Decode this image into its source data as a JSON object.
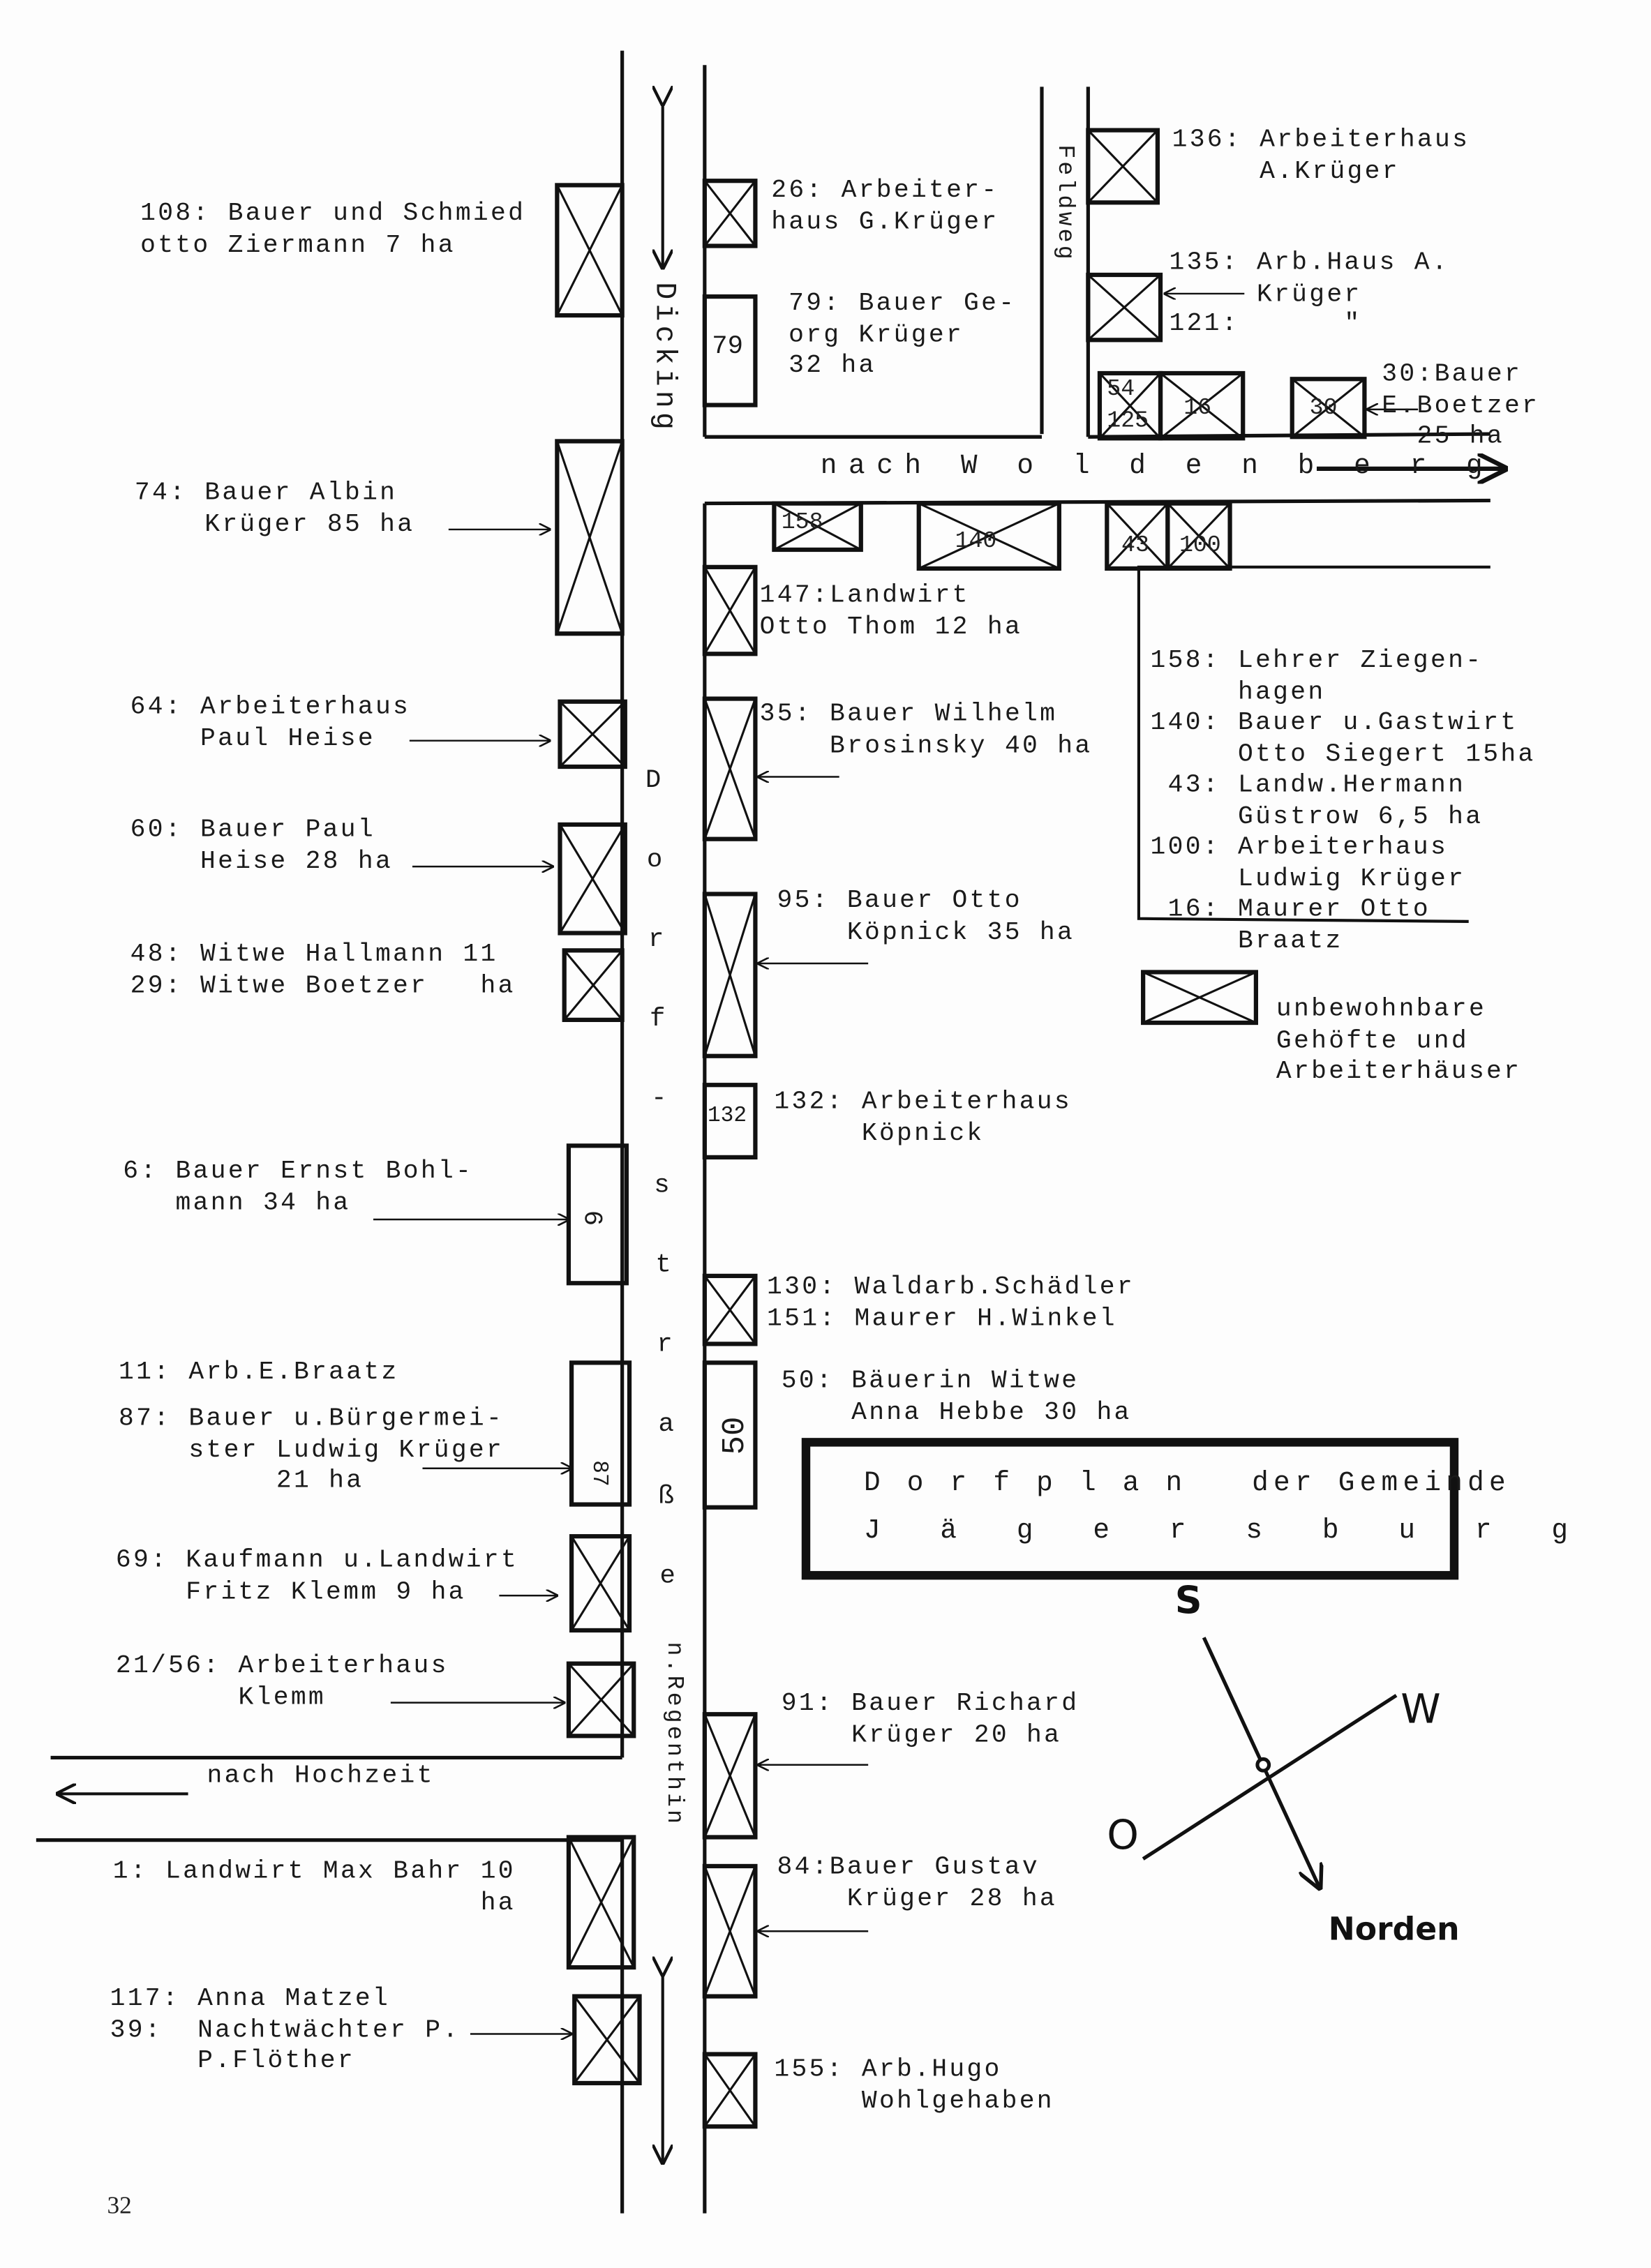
{
  "page_number": "32",
  "title": {
    "line1": "D o r f p l a n   der Gemeinde",
    "line2": "J ä g e r s b u r g"
  },
  "roads": {
    "dicking": "Dicking",
    "dorfstrasse": [
      "D",
      "o",
      "r",
      "f",
      "-",
      "s",
      "t",
      "r",
      "a",
      "ß",
      "e"
    ],
    "regenthin": "n.Regenthin",
    "feldweg": "Feldweg",
    "woldenberg": "nach W o l d e n b e r g",
    "hochzeit": "nach Hochzeit"
  },
  "compass": {
    "south": "S",
    "west": "W",
    "east": "O",
    "north": "Norden"
  },
  "legend": {
    "lines": [
      "unbewohnbare",
      "Gehöfte und",
      "Arbeiterhäuser"
    ]
  },
  "labels": {
    "l108": [
      "108: Bauer und Schmied",
      "otto Ziermann 7 ha"
    ],
    "l26": [
      "26: Arbeiter-",
      "haus G.Krüger"
    ],
    "l79": [
      "79: Bauer Ge-",
      "org Krüger",
      "32 ha"
    ],
    "l136": [
      "136: Arbeiterhaus",
      "     A.Krüger"
    ],
    "l135": [
      "135: Arb.Haus A.",
      "     Krüger"
    ],
    "l121": [
      "121:      \""
    ],
    "l30": [
      "30:Bauer",
      "E.Boetzer",
      "  25 ha"
    ],
    "l74": [
      "74: Bauer Albin",
      "    Krüger 85 ha"
    ],
    "l64": [
      "64: Arbeiterhaus",
      "    Paul Heise"
    ],
    "l60": [
      "60: Bauer Paul",
      "    Heise 28 ha"
    ],
    "l48": [
      "48: Witwe Hallmann 11",
      "29: Witwe Boetzer   ha"
    ],
    "l6": [
      "6: Bauer Ernst Bohl-",
      "   mann 34 ha"
    ],
    "l11": [
      "11: Arb.E.Braatz"
    ],
    "l87": [
      "87: Bauer u.Bürgermei-",
      "    ster Ludwig Krüger",
      "         21 ha"
    ],
    "l69": [
      "69: Kaufmann u.Landwirt",
      "    Fritz Klemm 9 ha"
    ],
    "l21": [
      "21/56: Arbeiterhaus",
      "       Klemm"
    ],
    "l1": [
      "1: Landwirt Max Bahr 10",
      "                     ha"
    ],
    "l117": [
      "117: Anna Matzel",
      "39:  Nachtwächter P.",
      "     P.Flöther"
    ],
    "l147": [
      "147:Landwirt",
      "Otto Thom 12 ha"
    ],
    "l35": [
      "35: Bauer Wilhelm",
      "    Brosinsky 40 ha"
    ],
    "l95": [
      "95: Bauer Otto",
      "    Köpnick 35 ha"
    ],
    "l132": [
      "132: Arbeiterhaus",
      "     Köpnick"
    ],
    "l130": [
      "130: Waldarb.Schädler",
      "151: Maurer H.Winkel"
    ],
    "l50": [
      "50: Bäuerin Witwe",
      "    Anna Hebbe 30 ha"
    ],
    "l91": [
      "91: Bauer Richard",
      "    Krüger 20 ha"
    ],
    "l84": [
      "84:Bauer Gustav",
      "    Krüger 28 ha"
    ],
    "l155": [
      "155: Arb.Hugo",
      "     Wohlgehaben"
    ],
    "info": [
      "158: Lehrer Ziegen-",
      "     hagen",
      "140: Bauer u.Gastwirt",
      "     Otto Siegert 15ha",
      " 43: Landw.Hermann",
      "     Güstrow 6,5 ha",
      "100: Arbeiterhaus",
      "     Ludwig Krüger",
      " 16: Maurer Otto",
      "     Braatz"
    ]
  },
  "building_numbers": {
    "b79": "79",
    "b6": "6",
    "b87": "87",
    "b132": "132",
    "b50": "50",
    "b158": "158",
    "b140": "140",
    "b43": "43",
    "b100": "100",
    "b54": "54",
    "b125": "125",
    "b16": "16",
    "b30": "30"
  }
}
